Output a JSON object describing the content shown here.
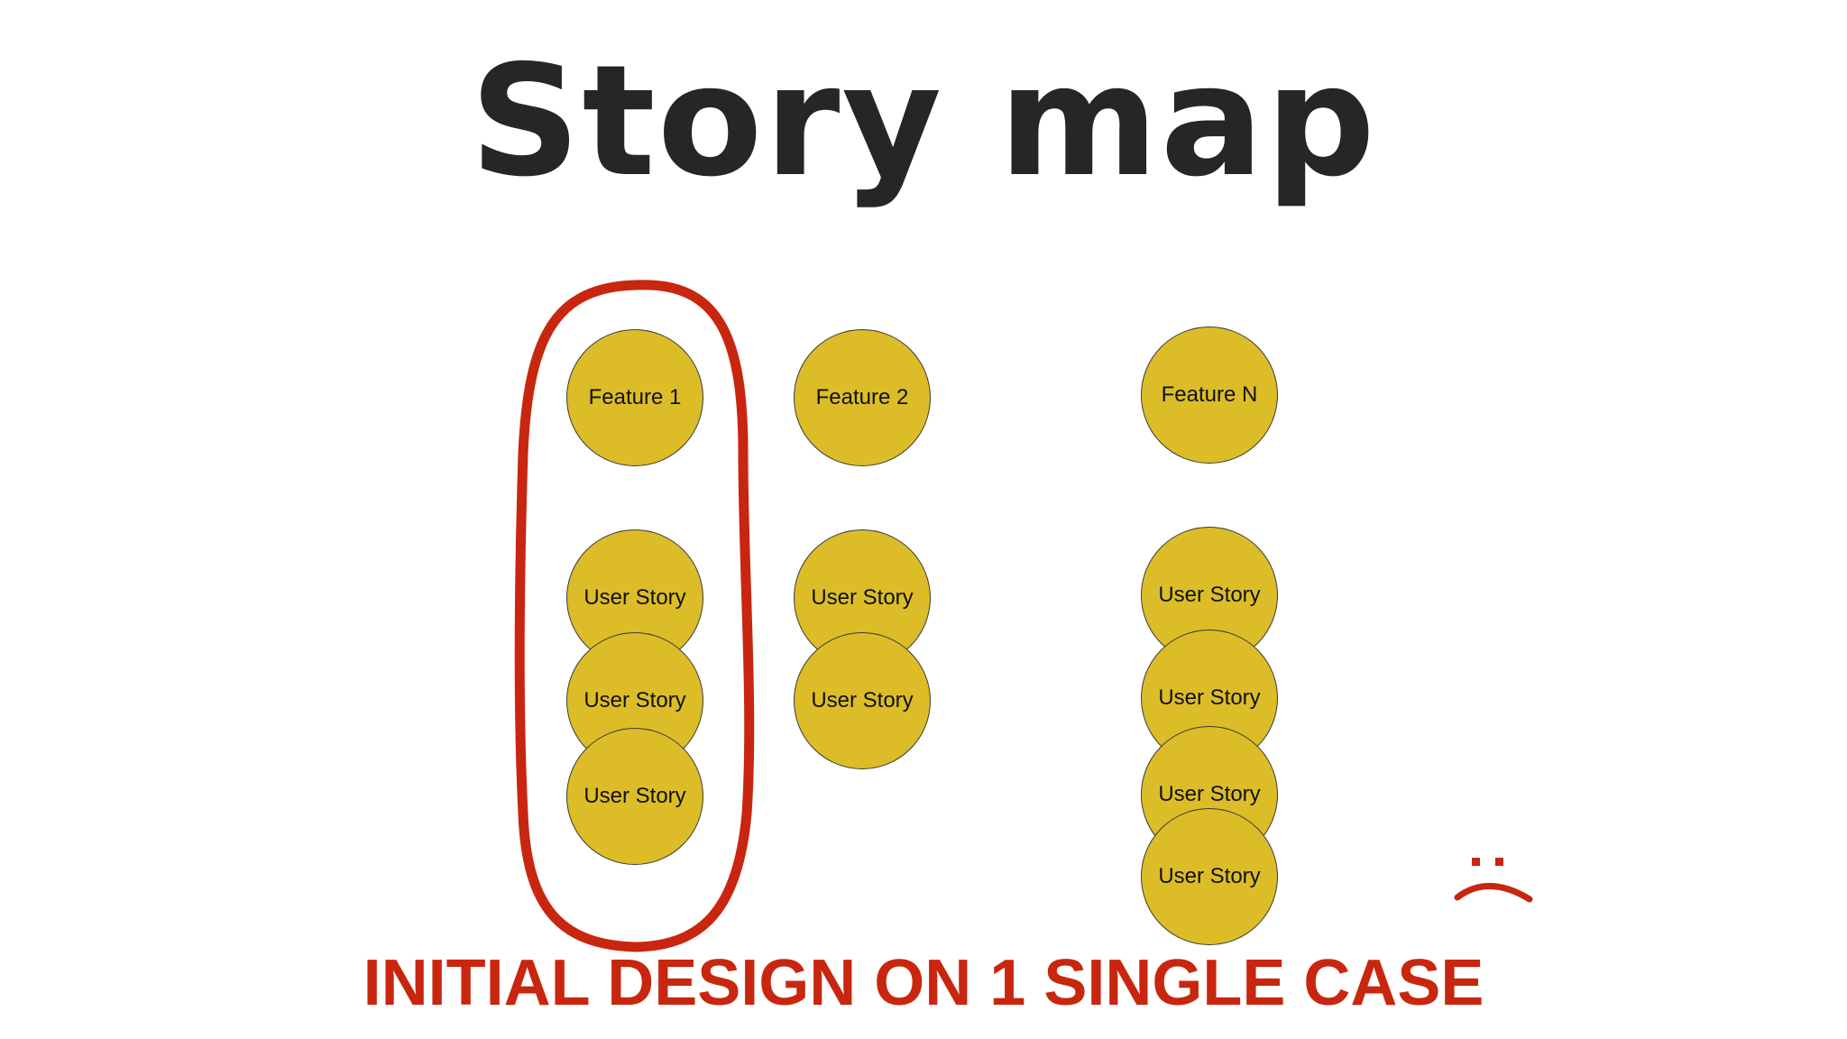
{
  "title": "Story map",
  "caption": "INITIAL DESIGN ON 1 SINGLE CASE",
  "columns": [
    {
      "feature": "Feature 1",
      "stories": [
        "User Story",
        "User Story",
        "User Story"
      ],
      "highlighted": true
    },
    {
      "feature": "Feature 2",
      "stories": [
        "User Story",
        "User Story"
      ],
      "highlighted": false
    },
    {
      "feature": "Feature N",
      "stories": [
        "User Story",
        "User Story",
        "User Story",
        "User Story"
      ],
      "highlighted": false
    }
  ],
  "colors": {
    "node_fill": "#dcbd27",
    "highlight": "#c8260f",
    "caption": "#c8260f",
    "title": "#262626"
  },
  "icons": [
    "sad-face-icon"
  ]
}
